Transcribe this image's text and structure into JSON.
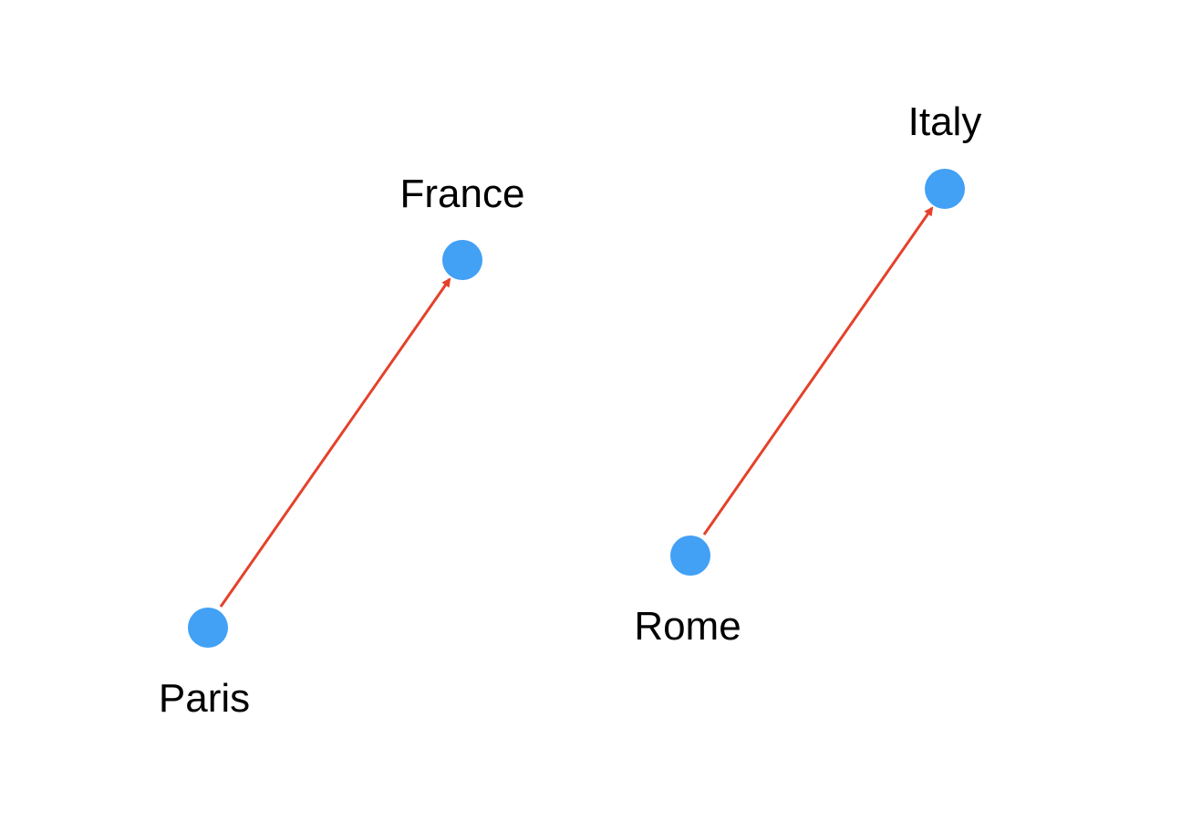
{
  "colors": {
    "node": "#42a0f5",
    "arrow": "#e5412a",
    "label": "#000000",
    "background": "#ffffff"
  },
  "nodes": {
    "paris": {
      "label": "Paris"
    },
    "france": {
      "label": "France"
    },
    "rome": {
      "label": "Rome"
    },
    "italy": {
      "label": "Italy"
    }
  },
  "edges": [
    {
      "from": "Paris",
      "to": "France"
    },
    {
      "from": "Rome",
      "to": "Italy"
    }
  ]
}
